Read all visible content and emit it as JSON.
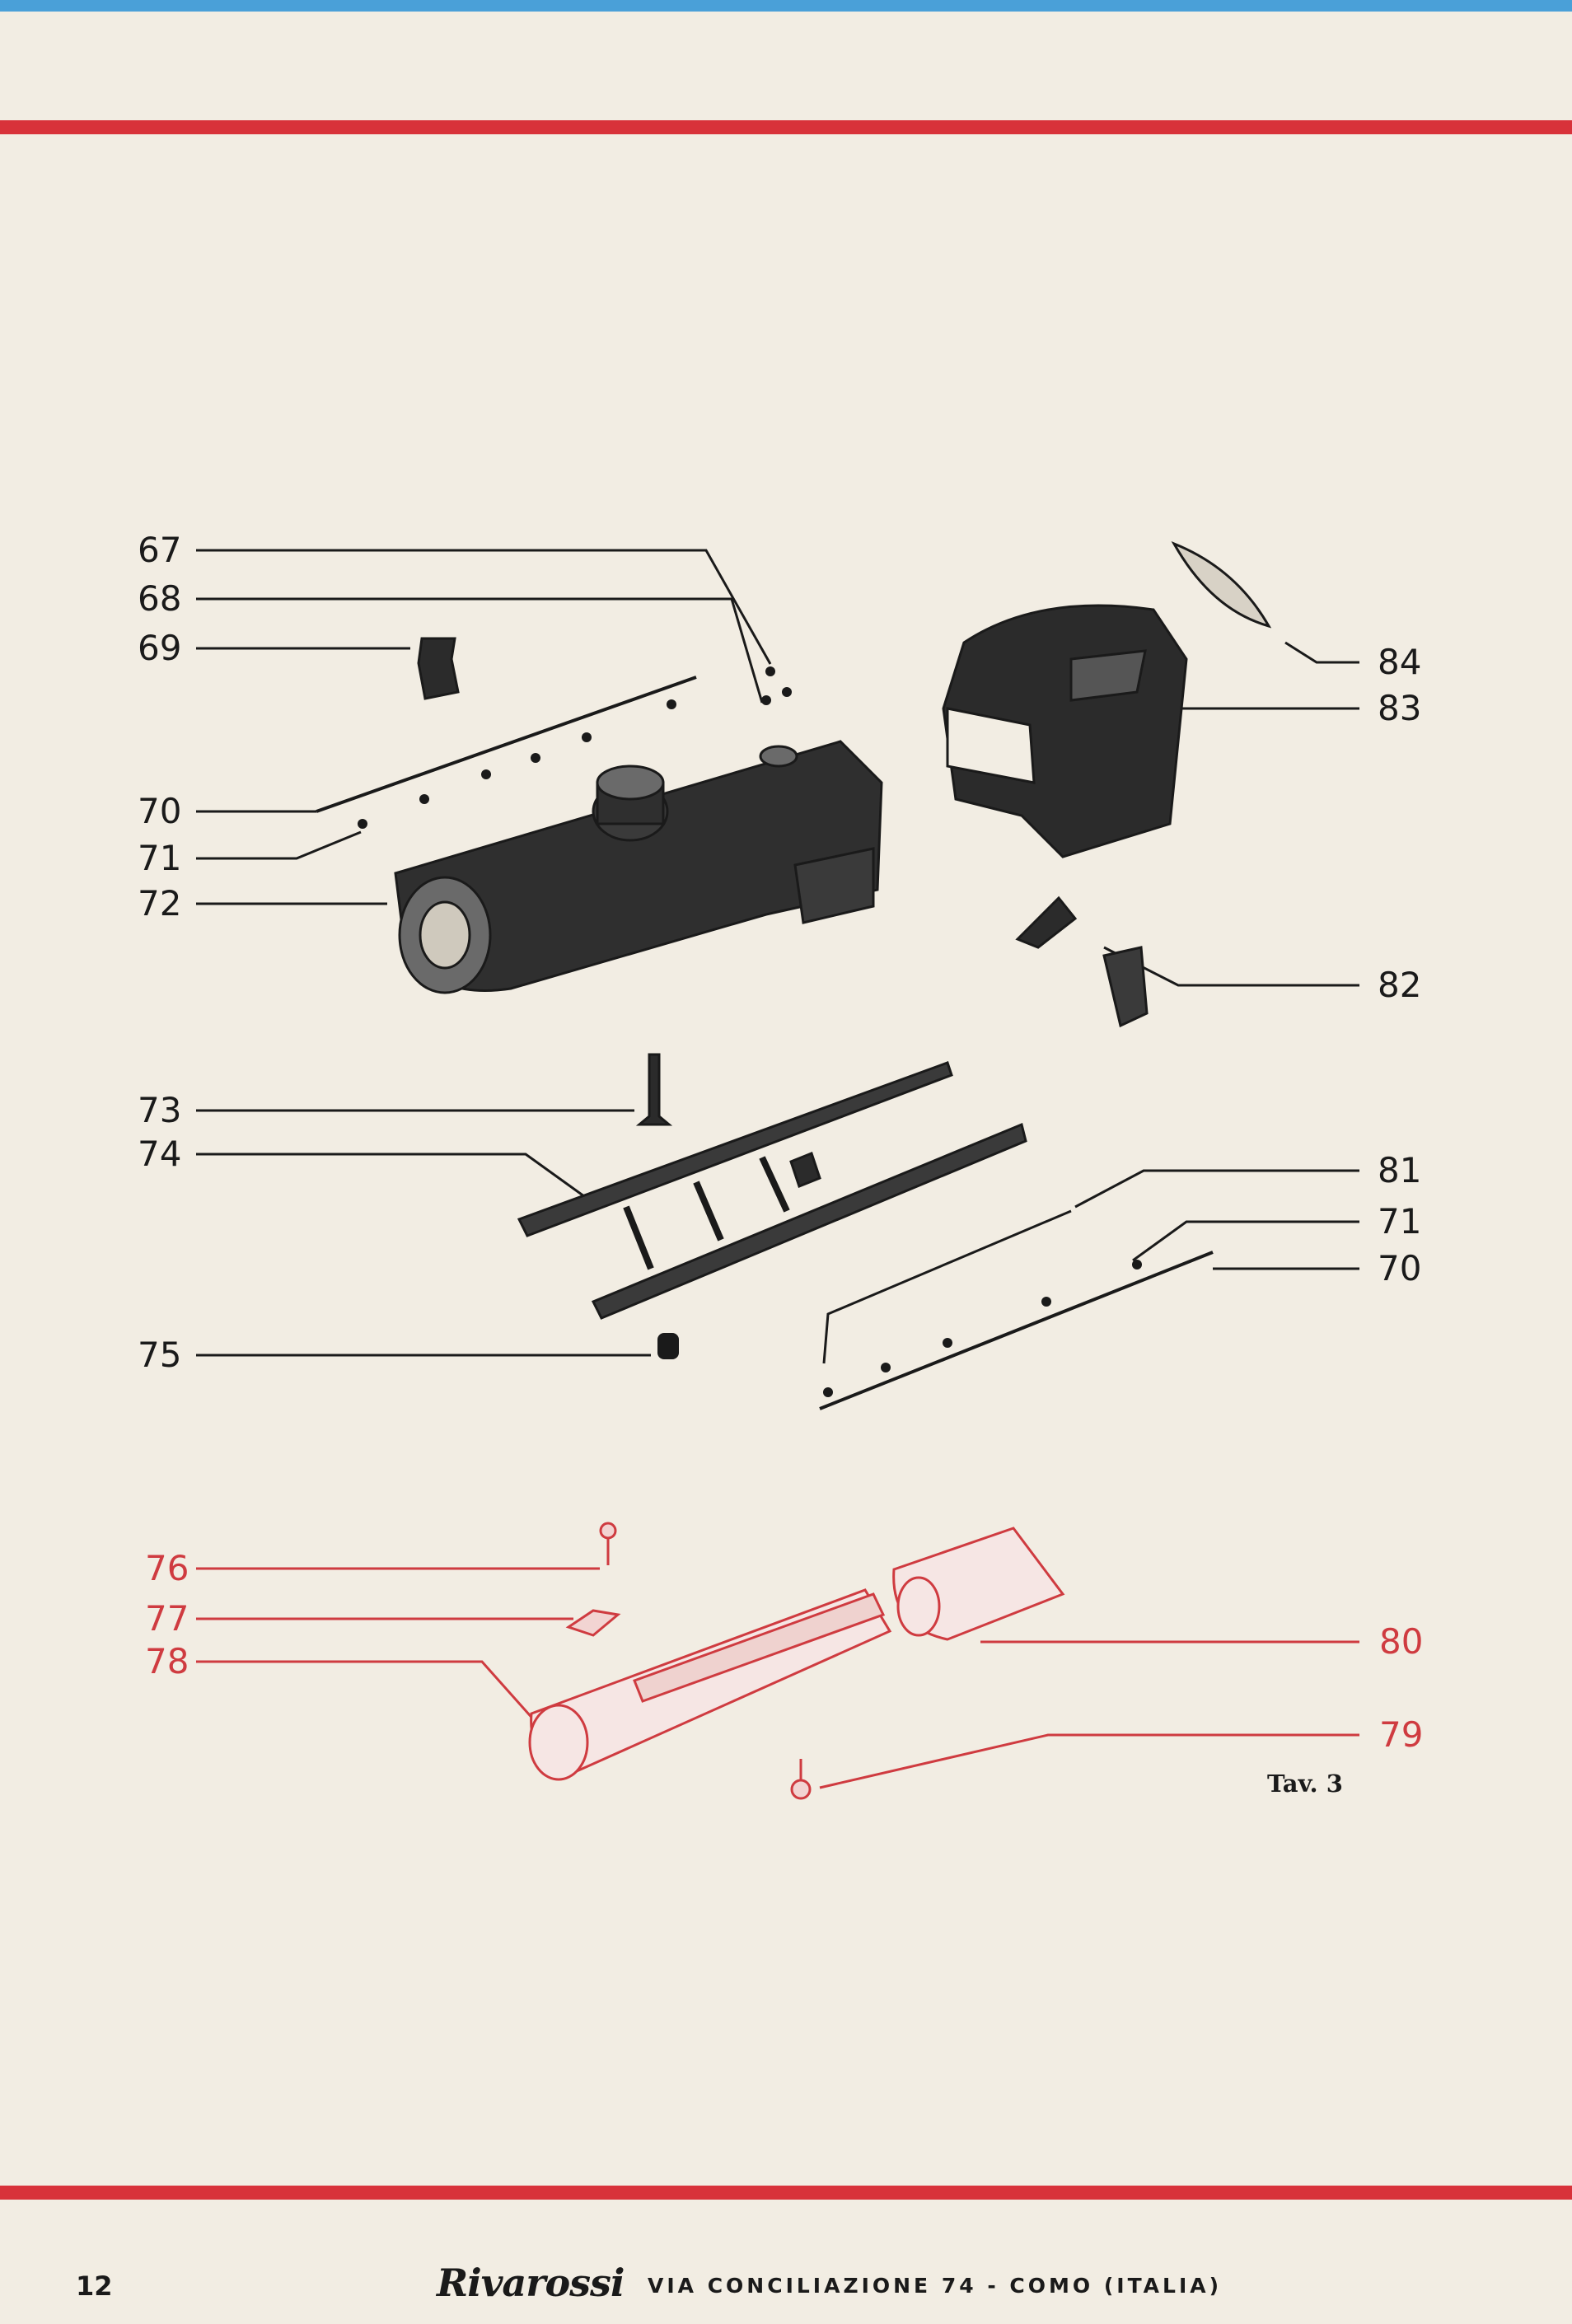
{
  "diagram": {
    "callouts_black": [
      {
        "id": "c67",
        "text": "67"
      },
      {
        "id": "c68",
        "text": "68"
      },
      {
        "id": "c69",
        "text": "69"
      },
      {
        "id": "c70a",
        "text": "70"
      },
      {
        "id": "c71a",
        "text": "71"
      },
      {
        "id": "c72",
        "text": "72"
      },
      {
        "id": "c73",
        "text": "73"
      },
      {
        "id": "c74",
        "text": "74"
      },
      {
        "id": "c75",
        "text": "75"
      },
      {
        "id": "c84",
        "text": "84"
      },
      {
        "id": "c83",
        "text": "83"
      },
      {
        "id": "c82",
        "text": "82"
      },
      {
        "id": "c81",
        "text": "81"
      },
      {
        "id": "c71b",
        "text": "71"
      },
      {
        "id": "c70b",
        "text": "70"
      }
    ],
    "callouts_red": [
      {
        "id": "c76",
        "text": "76"
      },
      {
        "id": "c77",
        "text": "77"
      },
      {
        "id": "c78",
        "text": "78"
      },
      {
        "id": "c80",
        "text": "80"
      },
      {
        "id": "c79",
        "text": "79"
      }
    ],
    "plate_label": "Tav. 3"
  },
  "footer": {
    "page_number": "12",
    "brand": "Rivarossi",
    "address": "VIA CONCILIAZIONE 74 - COMO (ITALIA)"
  },
  "colors": {
    "paper": "#f2ede3",
    "rule_red": "#d8323a",
    "ink": "#1a1a1a",
    "red_ink": "#cf3b40"
  }
}
